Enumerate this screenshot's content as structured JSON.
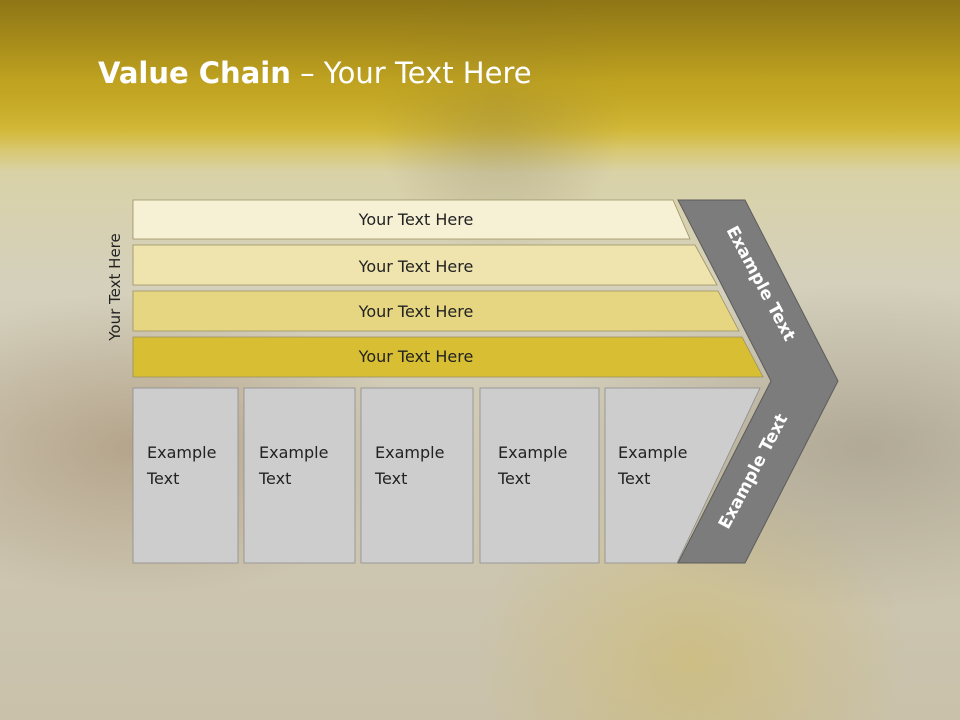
{
  "title": {
    "bold": "Value Chain",
    "rest": " – Your Text Here"
  },
  "side_label": "Your Text Here",
  "bars": [
    {
      "label": "Your Text Here",
      "color": "#f6f0d5"
    },
    {
      "label": "Your Text Here",
      "color": "#efe4ae"
    },
    {
      "label": "Your Text Here",
      "color": "#e6d681"
    },
    {
      "label": "Your Text Here",
      "color": "#d8be32"
    }
  ],
  "columns": [
    {
      "line1": "Example",
      "line2": "Text"
    },
    {
      "line1": "Example",
      "line2": "Text"
    },
    {
      "line1": "Example",
      "line2": "Text"
    },
    {
      "line1": "Example",
      "line2": "Text"
    },
    {
      "line1": "Example",
      "line2": "Text"
    }
  ],
  "chevron": {
    "upper_label": "Example Text",
    "lower_label": "Example Text",
    "color": "#7c7c7c"
  },
  "column_color": "#cdcdcd"
}
